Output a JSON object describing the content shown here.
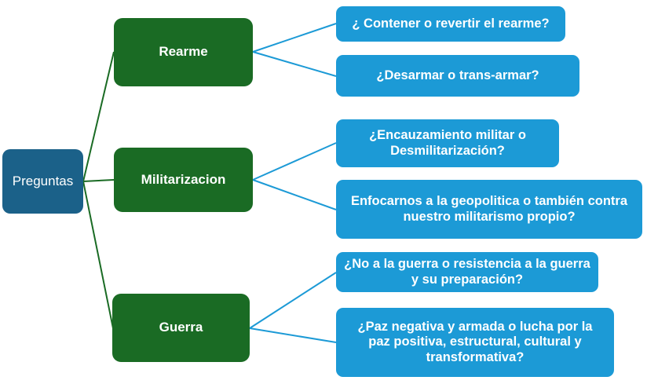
{
  "diagram": {
    "title": "Preguntas",
    "background_color": "#ffffff",
    "colors": {
      "root": "#1b6189",
      "branch": "#1a6b24",
      "leaf": "#1c9ad6",
      "connector_branch": "#1a6b24",
      "connector_leaf": "#1c9ad6",
      "text": "#ffffff"
    },
    "root": {
      "label": "Preguntas"
    },
    "branches": [
      {
        "id": "rearme",
        "label": "Rearme",
        "leaves": [
          {
            "id": "rearme-q1",
            "label": "¿ Contener o revertir el rearme?"
          },
          {
            "id": "rearme-q2",
            "label": "¿Desarmar o trans-armar?"
          }
        ]
      },
      {
        "id": "militarizacion",
        "label": "Militarizacion",
        "leaves": [
          {
            "id": "militarizacion-q1",
            "label": "¿Encauzamiento militar o\nDesmilitarización?"
          },
          {
            "id": "militarizacion-q2",
            "label": "Enfocarnos a la geopolitica o también contra\nnuestro militarismo propio?"
          }
        ]
      },
      {
        "id": "guerra",
        "label": "Guerra",
        "leaves": [
          {
            "id": "guerra-q1",
            "label": "¿No a la guerra o resistencia a la guerra\ny su preparación?"
          },
          {
            "id": "guerra-q2",
            "label": "¿Paz negativa y armada o lucha por la\npaz positiva, estructural, cultural y\ntransformativa?"
          }
        ]
      }
    ]
  }
}
